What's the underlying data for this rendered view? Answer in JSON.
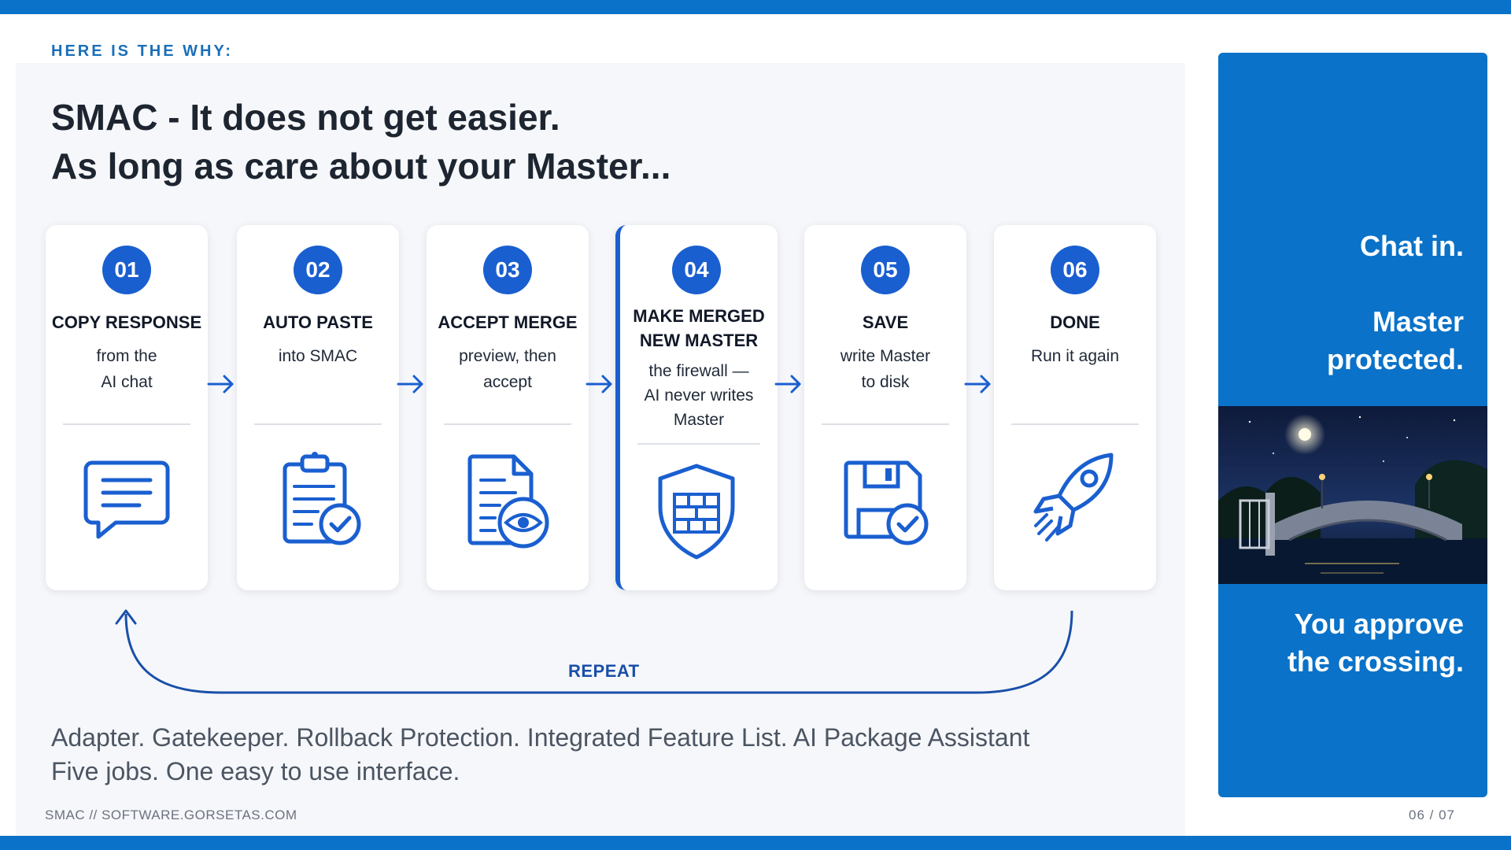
{
  "header": {
    "eyebrow": "HERE IS THE WHY:"
  },
  "title": {
    "line1": "SMAC - It does not get easier.",
    "line2": "As long as care about your Master..."
  },
  "colors": {
    "accent": "#1a5fd0",
    "brand_bar": "#0a72c8",
    "text_dark": "#1d2530"
  },
  "steps": [
    {
      "number": "01",
      "title": "COPY RESPONSE",
      "description": "from the\nAI chat",
      "icon": "chat-bubble-icon"
    },
    {
      "number": "02",
      "title": "AUTO PASTE",
      "description": "into SMAC",
      "icon": "clipboard-check-icon"
    },
    {
      "number": "03",
      "title": "ACCEPT MERGE",
      "description": "preview, then\naccept",
      "icon": "document-eye-icon"
    },
    {
      "number": "04",
      "title": "MAKE MERGED\nNEW MASTER",
      "description": "the firewall —\nAI never writes\nMaster",
      "icon": "shield-firewall-icon"
    },
    {
      "number": "05",
      "title": "SAVE",
      "description": "write Master\nto disk",
      "icon": "floppy-check-icon"
    },
    {
      "number": "06",
      "title": "DONE",
      "description": "Run it again",
      "icon": "rocket-icon"
    }
  ],
  "loop": {
    "label": "REPEAT"
  },
  "summary": {
    "line1": "Adapter. Gatekeeper. Rollback Protection. Integrated Feature List. AI Package Assistant",
    "line2": "Five jobs. One easy to use interface."
  },
  "footer": {
    "left": "SMAC  //  SOFTWARE.GORSETAS.COM",
    "page": "06  /  07"
  },
  "sidebar": {
    "top_text": "Chat in.\n\nMaster\nprotected.",
    "bottom_text": "You approve\nthe crossing.",
    "image": "night-bridge-illustration"
  }
}
